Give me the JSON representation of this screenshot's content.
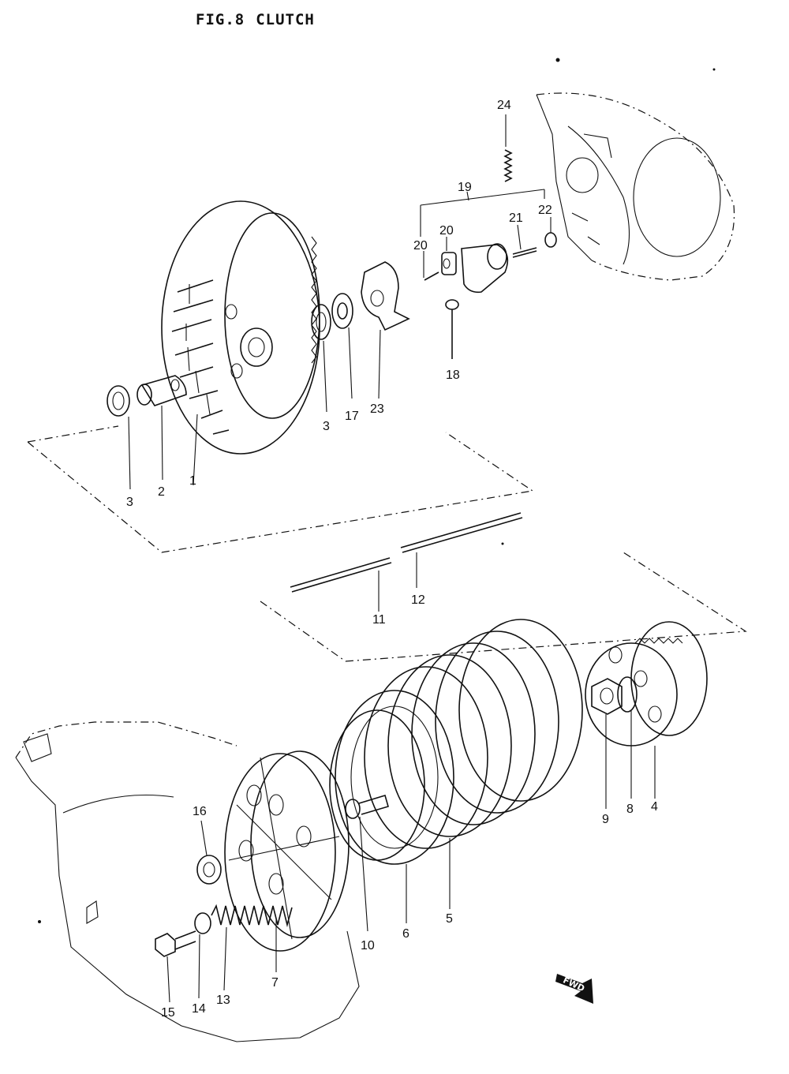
{
  "figure": {
    "number": "FIG.8",
    "name": "CLUTCH"
  },
  "direction_marker": "FWD",
  "callouts": [
    "1",
    "2",
    "3",
    "3",
    "4",
    "5",
    "6",
    "7",
    "8",
    "9",
    "10",
    "11",
    "12",
    "13",
    "14",
    "15",
    "16",
    "17",
    "18",
    "19",
    "20",
    "20",
    "21",
    "22",
    "23",
    "24"
  ]
}
